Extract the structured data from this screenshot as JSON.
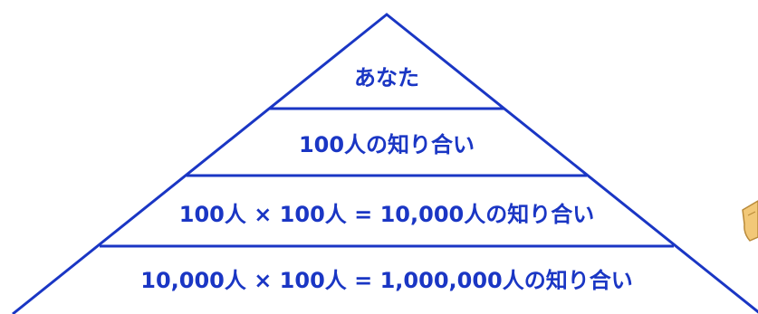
{
  "diagram": {
    "line_color": "#1a36c4",
    "text_color": "#1a36c4",
    "tiers": [
      {
        "label": "あなた"
      },
      {
        "label": "100人の知り合い"
      },
      {
        "label": "100人 × 100人 = 10,000人の知り合い"
      },
      {
        "label": "10,000人 × 100人 = 1,000,000人の知り合い"
      }
    ]
  },
  "side_decoration": {
    "icon": "hand-fragment-icon",
    "fill": "#f2c878",
    "stroke": "#b98a3a"
  }
}
